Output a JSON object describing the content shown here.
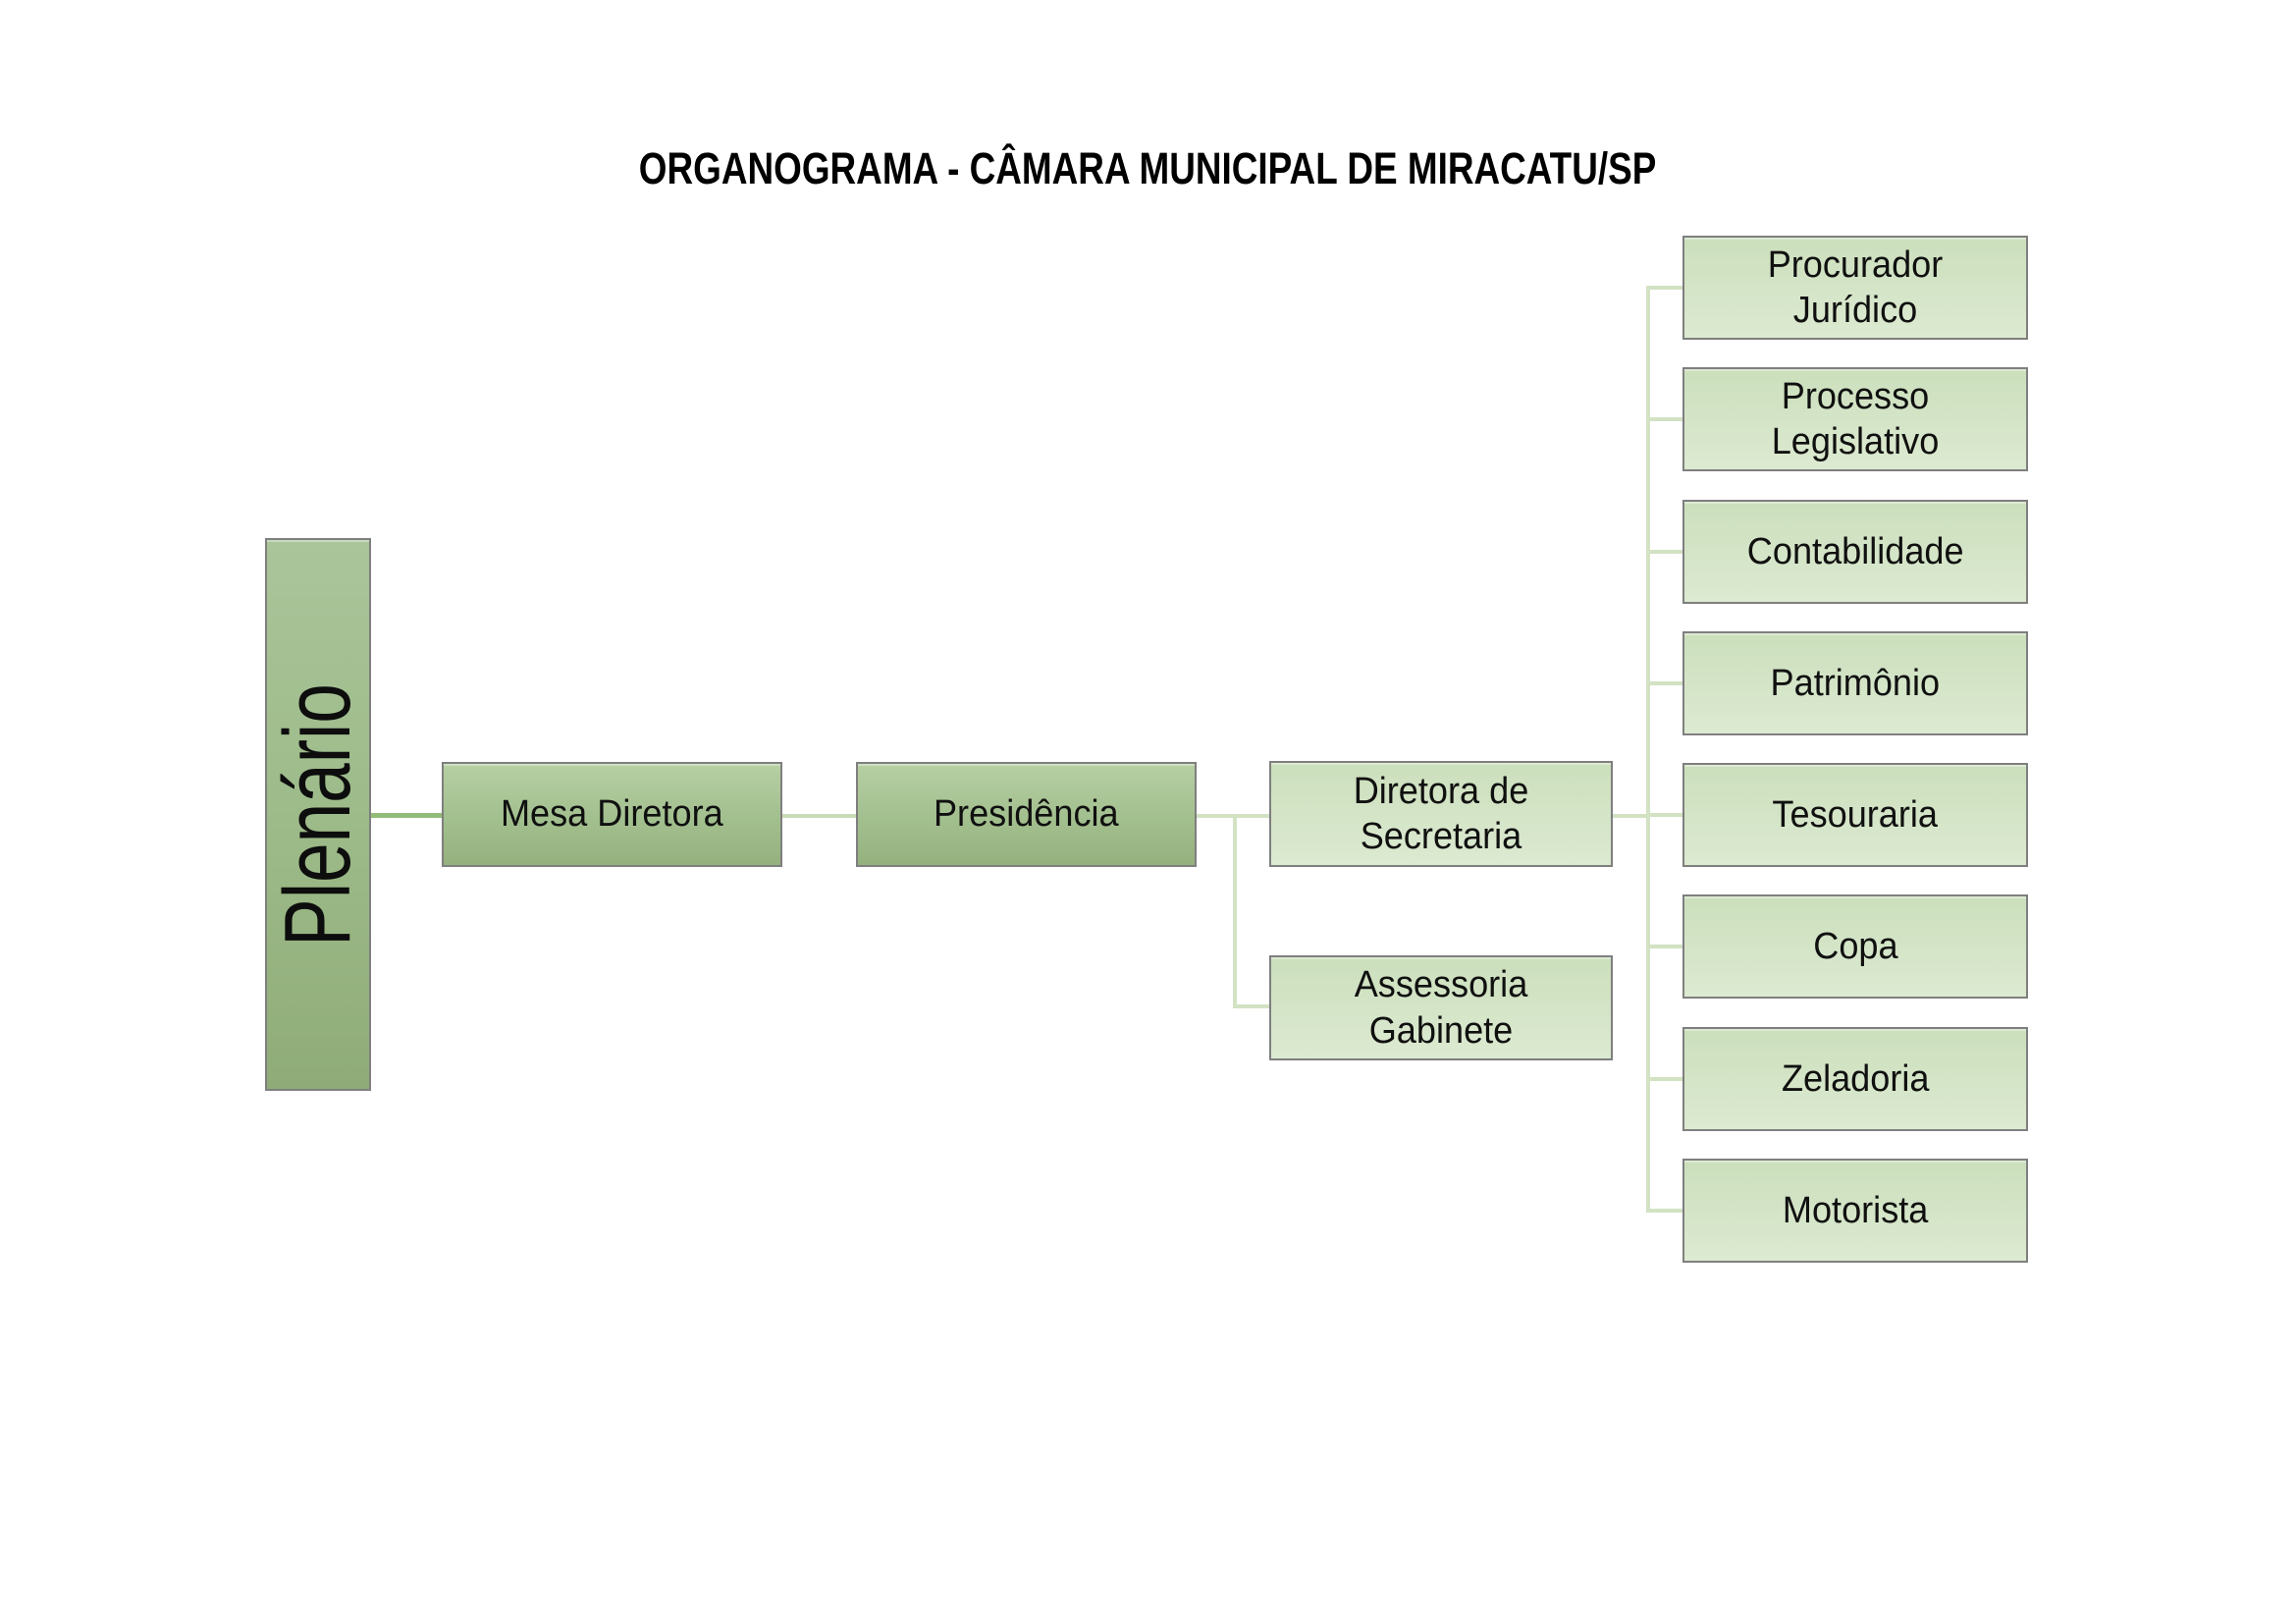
{
  "title": "ORGANOGRAMA - CÂMARA MUNICIPAL DE MIRACATU/SP",
  "org": {
    "root": {
      "label": "Plenário"
    },
    "level1": {
      "label": "Mesa Diretora"
    },
    "level2": {
      "label": "Presidência"
    },
    "level3": [
      {
        "label": "Diretora de Secretaria"
      },
      {
        "label": "Assessoria Gabinete"
      }
    ],
    "departments": [
      {
        "label": "Procurador Jurídico"
      },
      {
        "label": "Processo Legislativo"
      },
      {
        "label": "Contabilidade"
      },
      {
        "label": "Patrimônio"
      },
      {
        "label": "Tesouraria"
      },
      {
        "label": "Copa"
      },
      {
        "label": "Zeladoria"
      },
      {
        "label": "Motorista"
      }
    ]
  },
  "colors": {
    "background": "#ffffff",
    "title_text": "#000000",
    "box_border": "#7f7f7f",
    "box_text": "#101010",
    "root_fill_top": "#aac59a",
    "root_fill_bottom": "#8fac78",
    "mid_fill_top": "#b6cfa4",
    "mid_fill_bottom": "#95b17e",
    "light_fill_top": "#cbdfbc",
    "light_fill_bottom": "#dcead1",
    "connector_dark": "#94bc79",
    "connector_mid": "#c9dcb7",
    "connector_light": "#d2e2c3"
  }
}
